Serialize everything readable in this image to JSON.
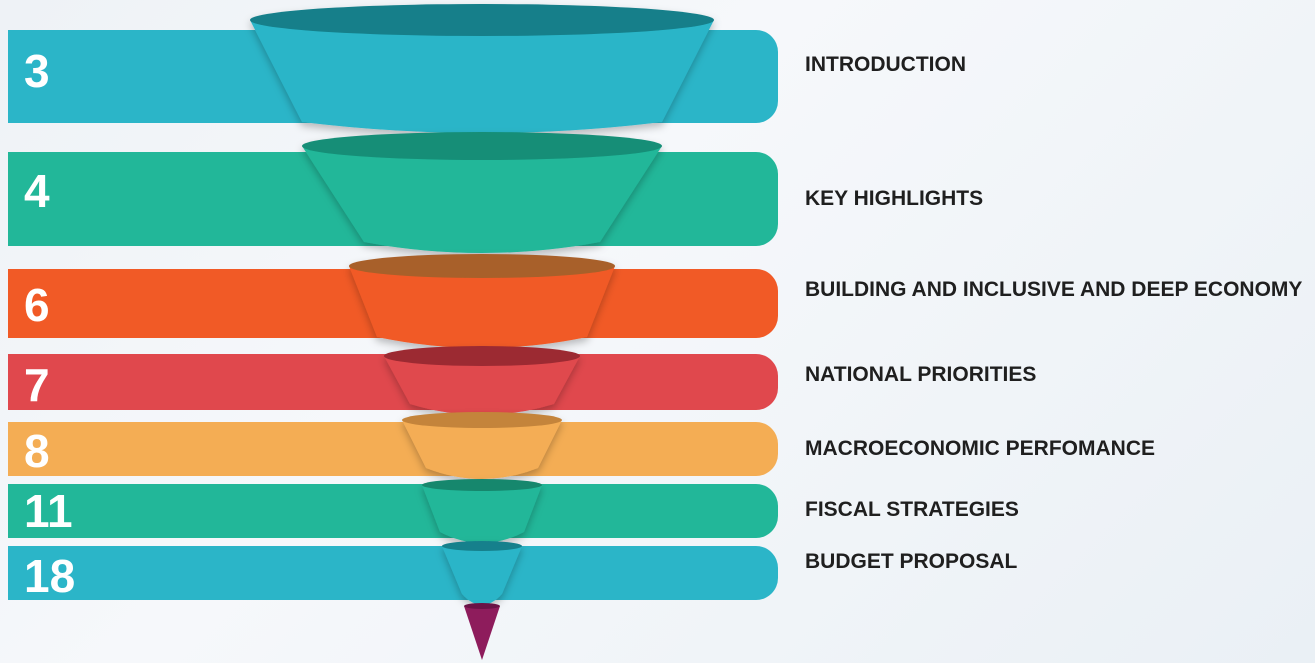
{
  "sections": [
    {
      "page": "3",
      "title": "INTRODUCTION",
      "color": "#2bb5c8",
      "rim": "#127f8a"
    },
    {
      "page": "4",
      "title": "KEY HIGHLIGHTS",
      "color": "#22b799",
      "rim": "#148e77"
    },
    {
      "page": "6",
      "title": "BUILDING AND INCLUSIVE AND DEEP ECONOMY",
      "color": "#f15a26",
      "rim": "#a8602a"
    },
    {
      "page": "7",
      "title": "NATIONAL PRIORITIES",
      "color": "#e0484d",
      "rim": "#9c2a33"
    },
    {
      "page": "8",
      "title": "MACROECONOMIC PERFOMANCE",
      "color": "#f4ad54",
      "rim": "#c4843a"
    },
    {
      "page": "11",
      "title": "FISCAL STRATEGIES",
      "color": "#22b799",
      "rim": "#15876d"
    },
    {
      "page": "18",
      "title": "BUDGET PROPOSAL",
      "color": "#2bb5c8",
      "rim": "#15808c"
    }
  ],
  "tip_color": "#8e1c5c",
  "tip_rim": "#6a1246"
}
